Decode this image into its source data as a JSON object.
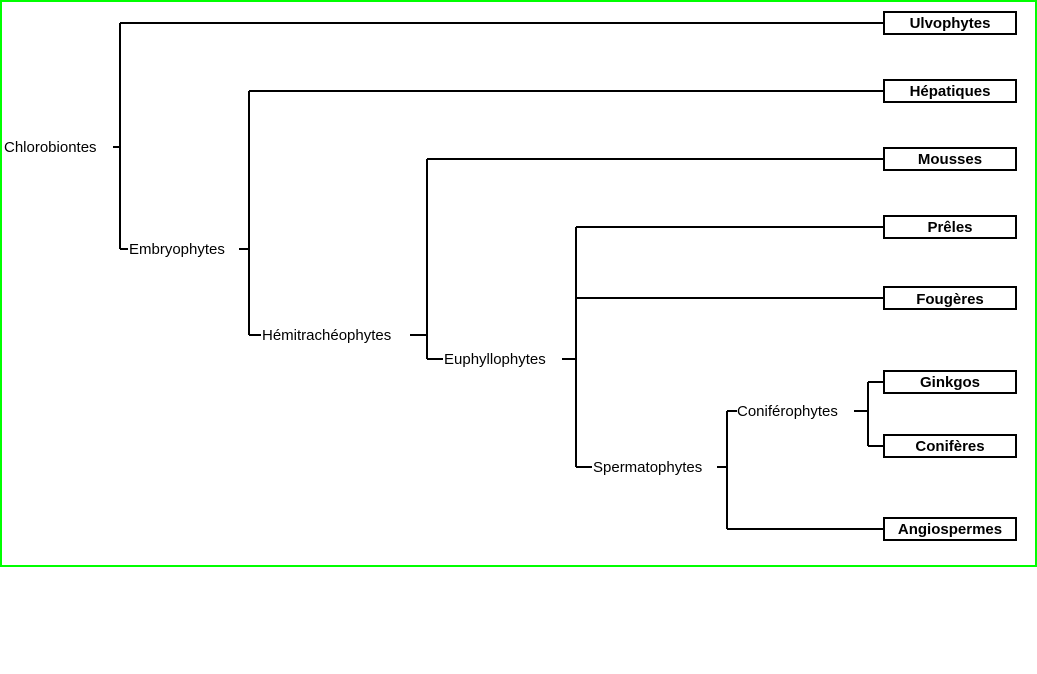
{
  "colors": {
    "frame": "#00ff00",
    "line": "#000000",
    "background": "#ffffff"
  },
  "nodes": {
    "chlorobiontes": "Chlorobiontes",
    "embryophytes": "Embryophytes",
    "hemitracheophytes": "Hémitrachéophytes",
    "euphyllophytes": "Euphyllophytes",
    "spermatophytes": "Spermatophytes",
    "coniferophytes": "Coniférophytes"
  },
  "leaves": {
    "ulvophytes": "Ulvophytes",
    "hepatiques": "Hépatiques",
    "mousses": "Mousses",
    "preles": "Prêles",
    "fougeres": "Fougères",
    "ginkgos": "Ginkgos",
    "coniferes": "Conifères",
    "angiospermes": "Angiospermes"
  }
}
